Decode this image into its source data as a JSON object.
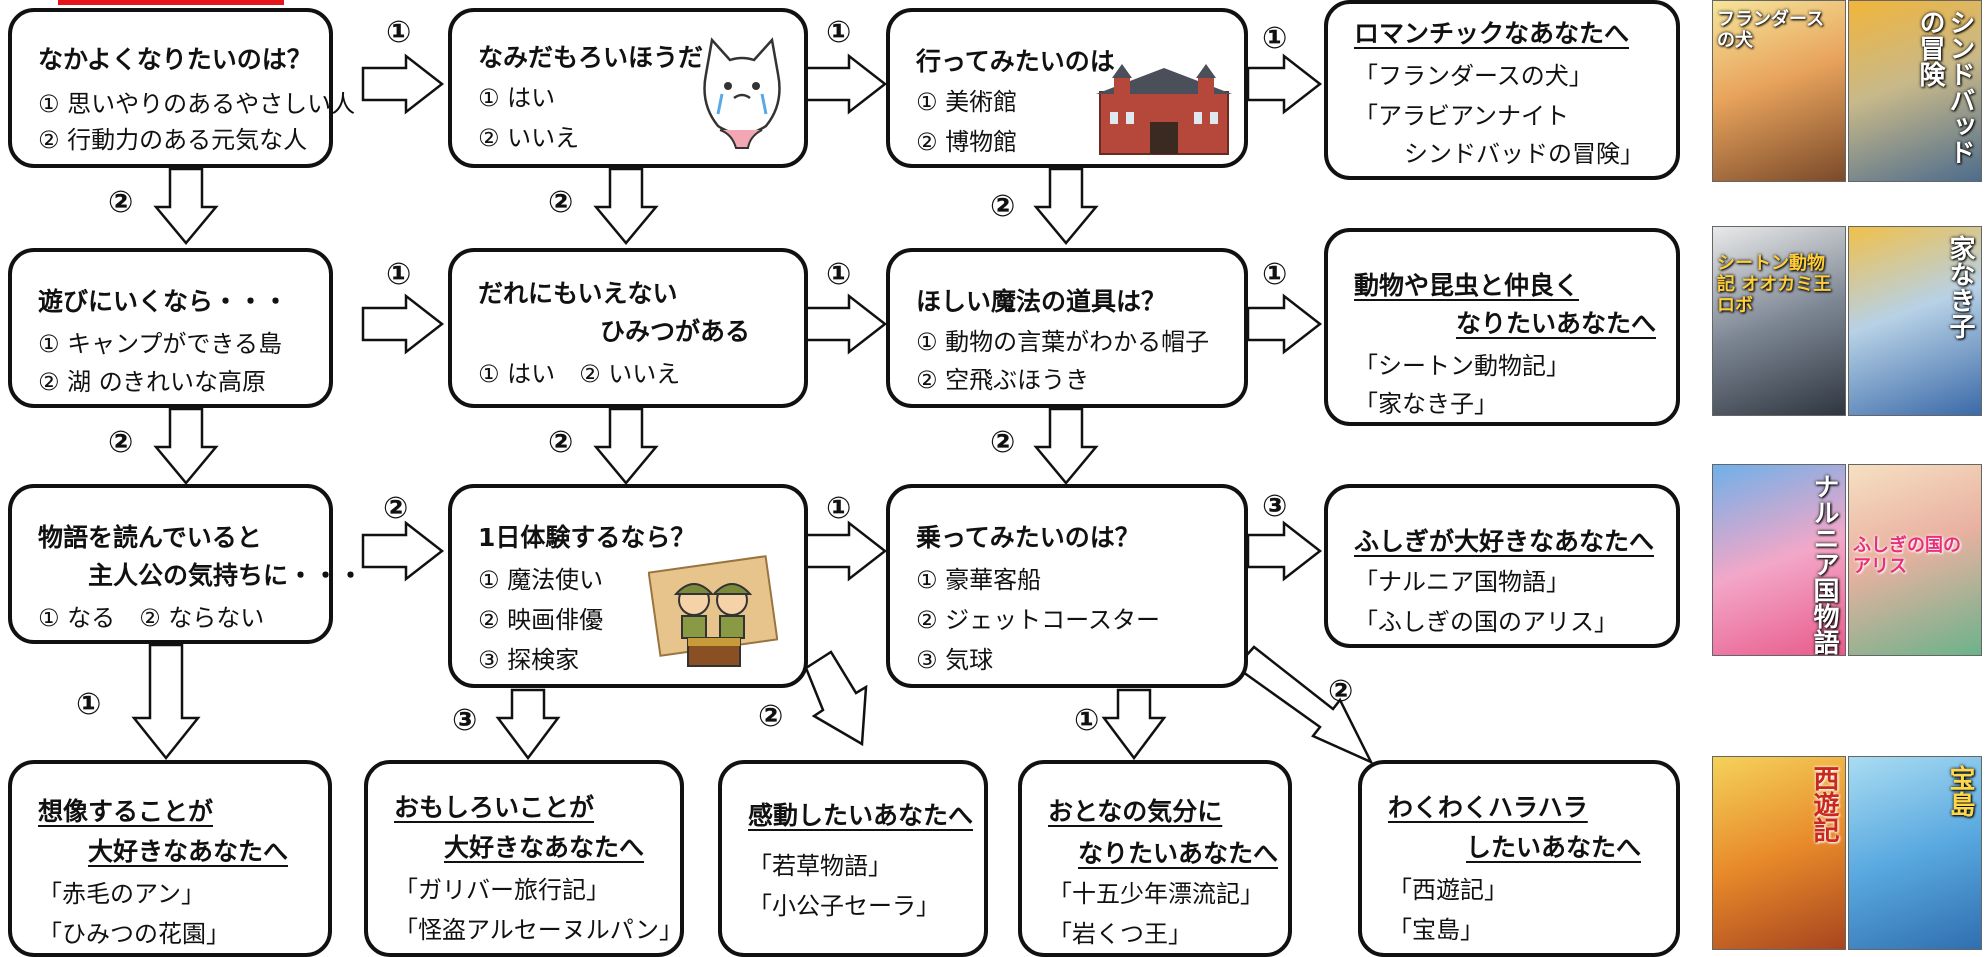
{
  "questions": {
    "q1": {
      "title": "なかよくなりたいのは？",
      "opt1": "① 思いやりのあるやさしい人",
      "opt2": "② 行動力のある元気な人"
    },
    "q2": {
      "title": "なみだもろいほうだ",
      "opt1": "① はい",
      "opt2": "② いいえ"
    },
    "q3": {
      "title": "行ってみたいのは",
      "opt1": "① 美術館",
      "opt2": "② 博物館"
    },
    "q4": {
      "title": "遊びにいくなら・・・",
      "opt1": "① キャンプができる島",
      "opt2": "② 湖 のきれいな高原"
    },
    "q5": {
      "title_line1": "だれにもいえない",
      "title_line2": "ひみつがある",
      "opt1": "① はい　② いいえ"
    },
    "q6": {
      "title": "ほしい魔法の道具は？",
      "opt1": "① 動物の言葉がわかる帽子",
      "opt2": "② 空飛ぶほうき"
    },
    "q7": {
      "title_line1": "物語を読んでいると",
      "title_line2": "主人公の気持ちに・・・",
      "opt1": "① なる　② ならない"
    },
    "q8": {
      "title": "1日体験するなら？",
      "opt1": "① 魔法使い",
      "opt2": "② 映画俳優",
      "opt3": "③ 探検家"
    },
    "q9": {
      "title": "乗ってみたいのは？",
      "opt1": "① 豪華客船",
      "opt2": "② ジェットコースター",
      "opt3": "③ 気球"
    }
  },
  "results": {
    "r1": {
      "title": "ロマンチックなあなたへ",
      "book1": "「フランダースの犬」",
      "book2a": "「アラビアンナイト",
      "book2b": "シンドバッドの冒険」"
    },
    "r2": {
      "title_line1": "動物や昆虫と仲良く",
      "title_line2": "なりたいあなたへ",
      "book1": "「シートン動物記」",
      "book2": "「家なき子」"
    },
    "r3": {
      "title": "ふしぎが大好きなあなたへ",
      "book1": "「ナルニア国物語」",
      "book2": "「ふしぎの国のアリス」"
    },
    "r4": {
      "title_line1": "想像することが",
      "title_line2": "大好きなあなたへ",
      "book1": "「赤毛のアン」",
      "book2": "「ひみつの花園」"
    },
    "r5": {
      "title_line1": "おもしろいことが",
      "title_line2": "大好きなあなたへ",
      "book1": "「ガリバー旅行記」",
      "book2": "「怪盗アルセーヌルパン」"
    },
    "r6": {
      "title": "感動したいあなたへ",
      "book1": "「若草物語」",
      "book2": "「小公子セーラ」"
    },
    "r7": {
      "title_line1": "おとなの気分に",
      "title_line2": "なりたいあなたへ",
      "book1": "「十五少年漂流記」",
      "book2": "「岩くつ王」"
    },
    "r8": {
      "title_line1": "わくわくハラハラ",
      "title_line2": "したいあなたへ",
      "book1": "「西遊記」",
      "book2": "「宝島」"
    }
  },
  "arrow_labels": {
    "q1_to_q2": "①",
    "q1_to_q4": "②",
    "q2_to_q3": "①",
    "q2_to_q5": "②",
    "q3_to_r1": "①",
    "q3_to_q6": "②",
    "q4_to_q5": "①",
    "q4_to_q7": "②",
    "q5_to_q6": "①",
    "q5_to_q8": "②",
    "q6_to_r2": "①",
    "q6_to_q9": "②",
    "q7_to_q8": "②",
    "q7_to_r4": "①",
    "q8_to_q9": "①",
    "q8_to_r5": "③",
    "q8_to_r6": "②",
    "q9_to_r3": "③",
    "q9_to_r7": "①",
    "q9_to_r8": "②"
  },
  "covers": {
    "row1_left": "フランダースの犬",
    "row1_right": "シンドバッドの冒険",
    "row2_left": "シートン動物記 オオカミ王ロボ",
    "row2_right": "家なき子",
    "row3_left": "ナルニア国物語",
    "row3_right": "ふしぎの国のアリス",
    "row4_left": "西遊記",
    "row4_right": "宝島"
  },
  "colors": {
    "line": "#111111",
    "accent_red": "#e8141c"
  },
  "pictures": {
    "q2": "crying-cat-illustration",
    "q3": "museum-building-illustration",
    "q8": "explorer-kids-illustration"
  }
}
